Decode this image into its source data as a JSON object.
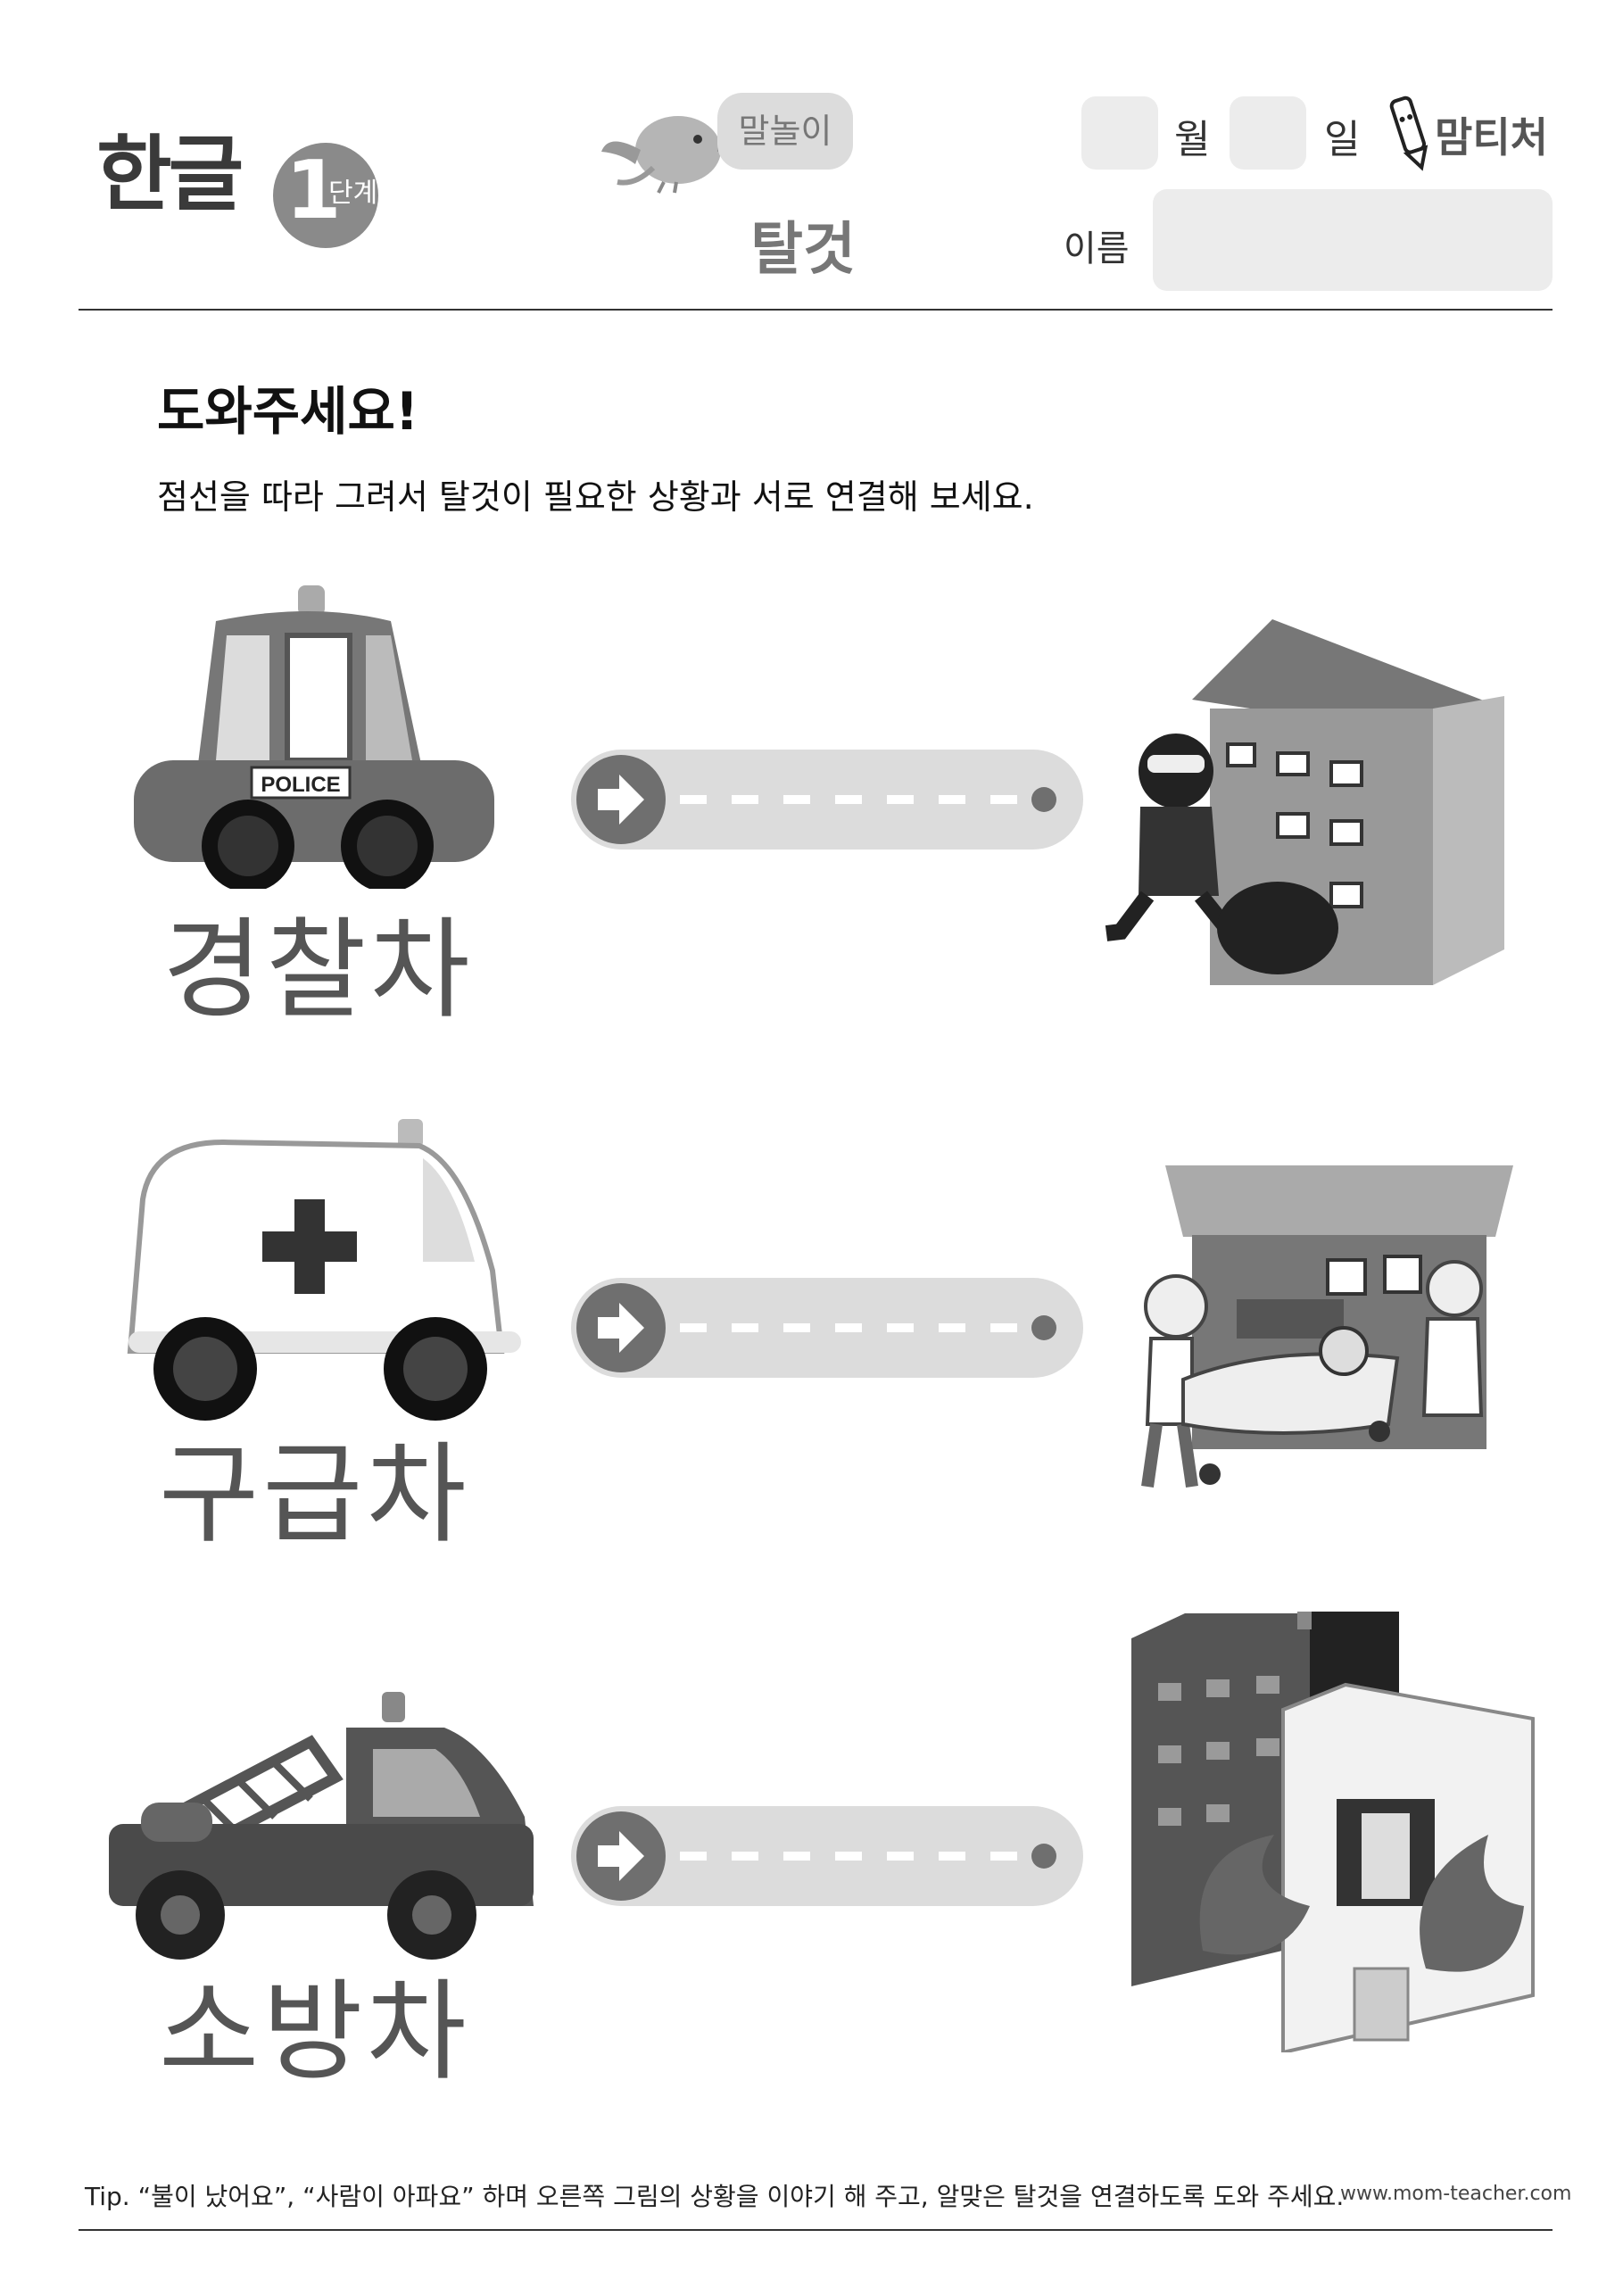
{
  "header": {
    "brand": "한글",
    "level_number": "1",
    "level_suffix": "단계",
    "badge_label": "말놀이",
    "topic": "탈것",
    "month_label": "월",
    "day_label": "일",
    "name_label": "이름",
    "logo_text": "맘티처"
  },
  "activity": {
    "title": "도와주세요!",
    "instruction": "점선을 따라 그려서 탈것이 필요한 상황과 서로 연결해 보세요."
  },
  "rows": [
    {
      "word": "경찰차",
      "vehicle_sign": "POLICE",
      "vehicle_icon": "police-car",
      "scene_icon": "burglary-scene"
    },
    {
      "word": "구급차",
      "vehicle_icon": "ambulance",
      "scene_icon": "patient-scene"
    },
    {
      "word": "소방차",
      "vehicle_icon": "fire-truck",
      "scene_icon": "building-fire-scene"
    }
  ],
  "footer": {
    "tip": "Tip. “불이 났어요”, “사람이 아파요” 하며 오른쪽 그림의 상황을 이야기 해 주고, 알맞은 탈것을 연결하도록 도와 주세요.",
    "url": "www.mom-teacher.com"
  },
  "colors": {
    "track": "#dcdcdc",
    "arrow_disc": "#6f6f6f",
    "body_dark": "#555555",
    "body_mid": "#8a8a8a"
  }
}
